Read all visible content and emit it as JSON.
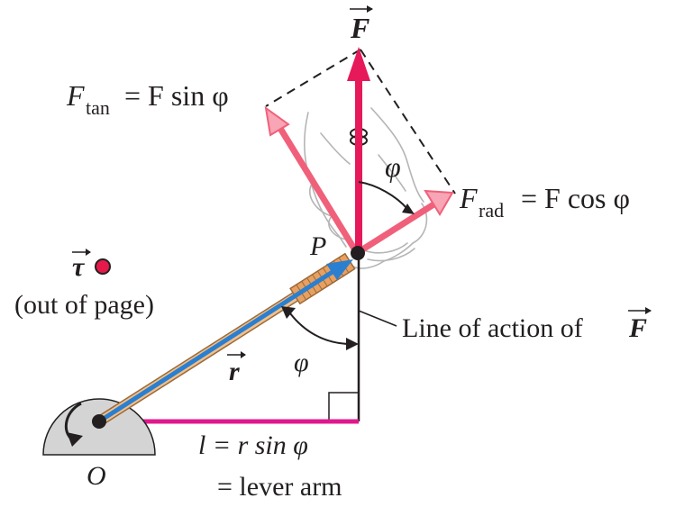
{
  "diagram": {
    "labels": {
      "force": "F",
      "f_tan_sub": "tan",
      "f_tan_rhs": "= F sin φ",
      "f_rad_sub": "rad",
      "f_rad_rhs": "= F cos φ",
      "phi_upper": "φ",
      "phi_lower": "φ",
      "point_p": "P",
      "torque_symbol": "τ",
      "torque_note": "(out of page)",
      "r_vector": "r",
      "line_of_action": "Line of action of",
      "line_of_action_vec": "F",
      "origin": "O",
      "lever_arm_1": "l = r sin φ",
      "lever_arm_2": "= lever arm"
    },
    "colors": {
      "force_arrow": "#e6195a",
      "component_arrows": "#f0607a",
      "component_fill": "#f8a5b5",
      "r_vector": "#2a7fd0",
      "wrench": "#e0a060",
      "lever_arm": "#e0188c",
      "torque_dot": "#e6194b",
      "pivot": "#c8c8c8",
      "text": "#231f20"
    },
    "icons": {
      "hand": "hand-sketch-icon",
      "rotation_small": "rotation-arrow-icon",
      "rotation_pivot": "counterclockwise-arrow-icon"
    }
  }
}
